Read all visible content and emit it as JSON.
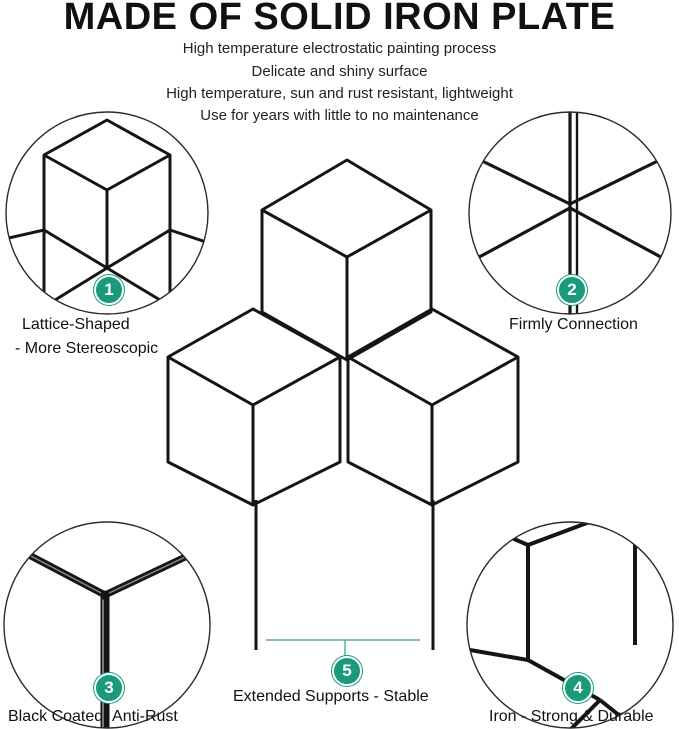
{
  "title": "MADE OF SOLID IRON PLATE",
  "subtitle_lines": [
    "High temperature electrostatic painting process",
    "Delicate and shiny surface",
    "High temperature, sun and rust resistant, lightweight",
    "Use for years with little to no maintenance"
  ],
  "features": [
    {
      "number": "1",
      "label_line1": "Lattice-Shaped",
      "label_line2": "- More Stereoscopic"
    },
    {
      "number": "2",
      "label": "Firmly Connection"
    },
    {
      "number": "3",
      "label": "Black Coated- Anti-Rust"
    },
    {
      "number": "4",
      "label": "Iron - Strong & Durable"
    },
    {
      "number": "5",
      "label": "Extended Supports - Stable"
    }
  ],
  "colors": {
    "badge": "#1a9a7a",
    "wire": "#151515",
    "ring": "#2a2a2a",
    "support_line": "#2aa38a"
  }
}
